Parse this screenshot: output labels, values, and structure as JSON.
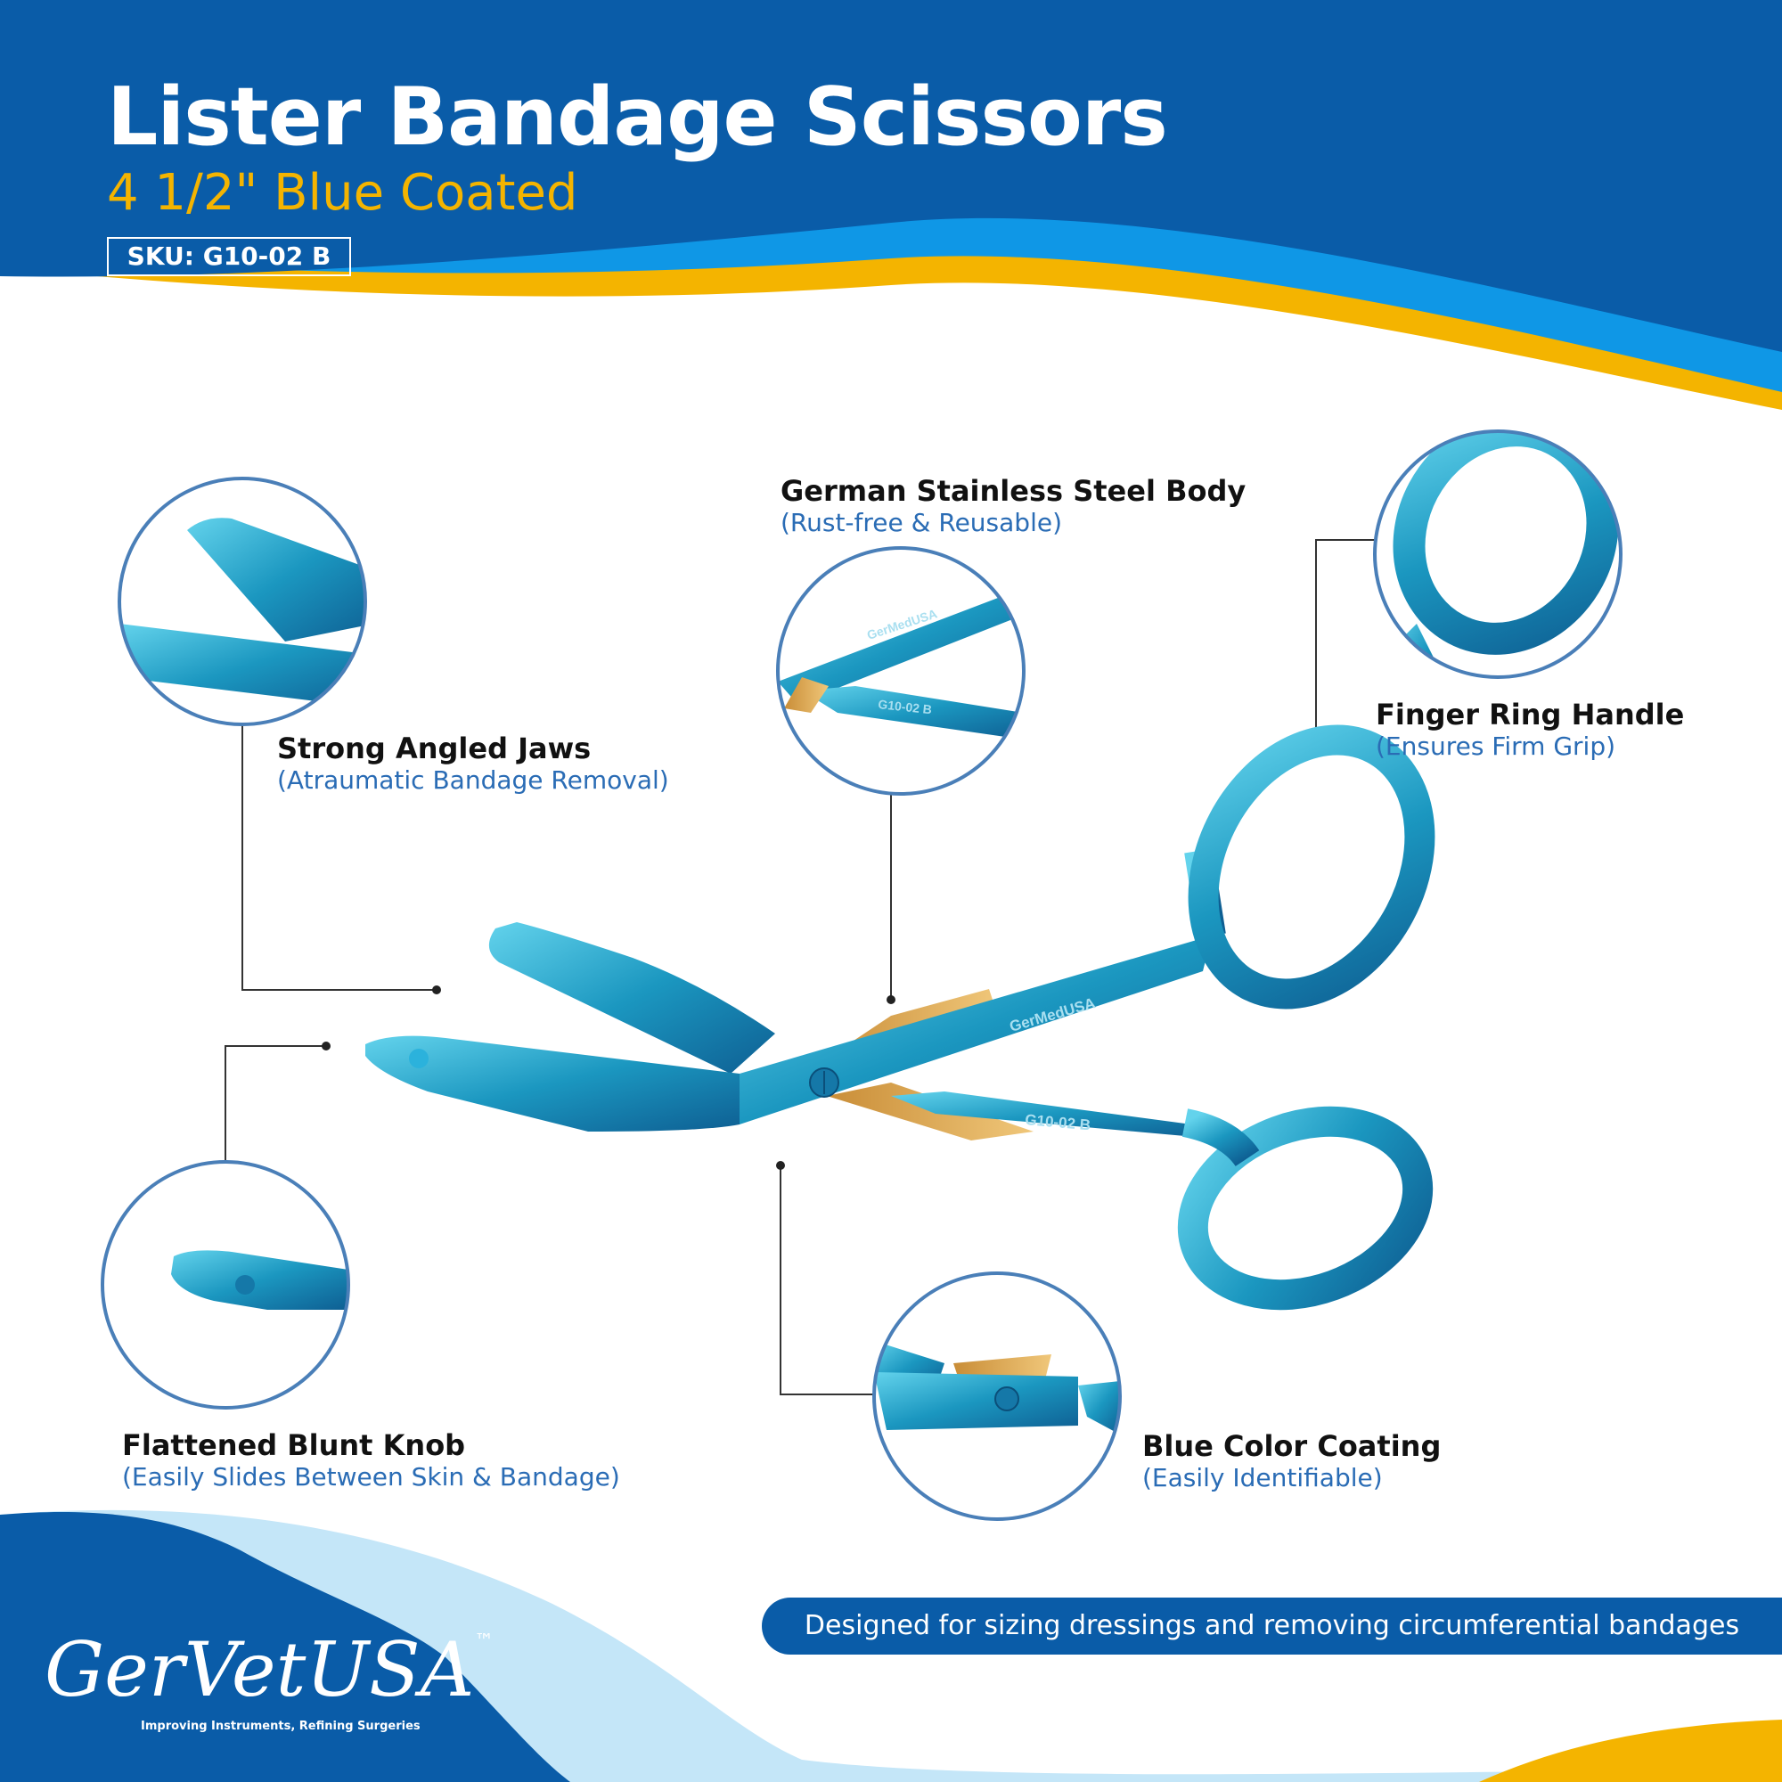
{
  "header": {
    "title": "Lister Bandage Scissors",
    "subtitle": "4 1/2\" Blue Coated",
    "sku": "SKU: G10-02 B"
  },
  "features": {
    "steel": {
      "title": "German Stainless Steel Body",
      "subtitle": "(Rust-free & Reusable)"
    },
    "jaws": {
      "title": "Strong Angled Jaws",
      "subtitle": "(Atraumatic Bandage Removal)"
    },
    "ring": {
      "title": "Finger Ring Handle",
      "subtitle": "(Ensures Firm Grip)"
    },
    "knob": {
      "title": "Flattened Blunt Knob",
      "subtitle": "(Easily Slides Between Skin & Bandage)"
    },
    "coating": {
      "title": "Blue Color Coating",
      "subtitle": "(Easily Identifiable)"
    }
  },
  "engravings": {
    "brand": "GerMedUSA",
    "model": "G10-02 B"
  },
  "banner": "Designed for sizing dressings and removing circumferential bandages",
  "logo": {
    "name": "GerVetUSA",
    "trademark": "™",
    "tagline": "Improving Instruments, Refining Surgeries"
  },
  "colors": {
    "dark_blue": "#0a5ca8",
    "mid_blue": "#0f97e6",
    "yellow": "#f4b400",
    "light_blue": "#c4e6f8",
    "instrument_blue": "#1d9fc2",
    "accent_text": "#2a6cb5"
  }
}
